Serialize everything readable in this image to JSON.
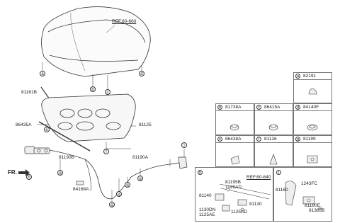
{
  "refs": {
    "hood": "REF.60-660",
    "latch": "REF.60-640"
  },
  "labels": {
    "p81161B": "81161B",
    "p86435A": "86435A",
    "p81125": "81125",
    "p81190B": "81190B",
    "p81190A": "81190A",
    "p64168A": "64168A",
    "fr": "FR."
  },
  "callouts": [
    "a",
    "b",
    "c",
    "d",
    "e",
    "f",
    "g",
    "h",
    "i"
  ],
  "parts_table": [
    {
      "letter": "a",
      "part": "82191"
    },
    {
      "letter": "b",
      "part": "81738A"
    },
    {
      "letter": "c",
      "part": "86415A"
    },
    {
      "letter": "d",
      "part": "84140F"
    },
    {
      "letter": "e",
      "part": "86438A"
    },
    {
      "letter": "f",
      "part": "81126"
    },
    {
      "letter": "g",
      "part": "81199"
    }
  ],
  "detail_h": {
    "letter": "h",
    "parts": [
      "81195B",
      "1125AD",
      "81140",
      "81130",
      "1130DN",
      "1125AE",
      "1125AD"
    ]
  },
  "detail_i": {
    "letter": "i",
    "parts": [
      "1243FC",
      "81160",
      "81180E",
      "81385B"
    ]
  }
}
